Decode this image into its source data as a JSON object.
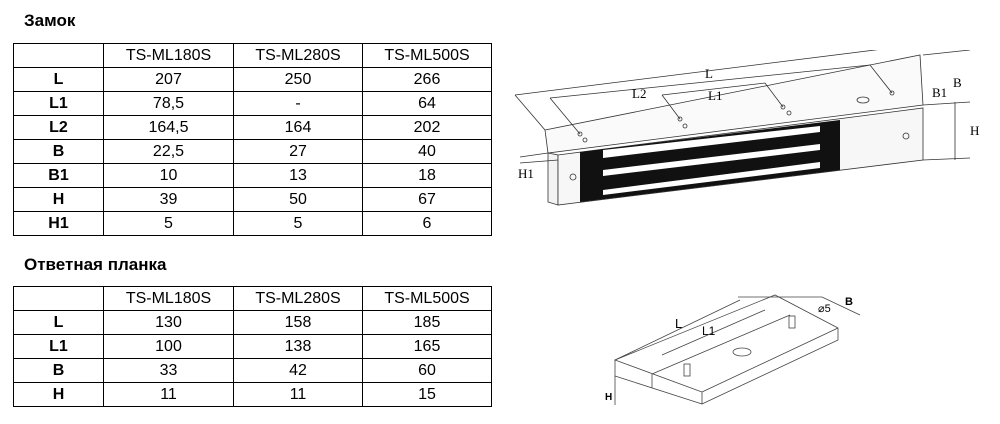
{
  "lock": {
    "title": "Замок",
    "columns": [
      "",
      "TS-ML180S",
      "TS-ML280S",
      "TS-ML500S"
    ],
    "rows": [
      [
        "L",
        "207",
        "250",
        "266"
      ],
      [
        "L1",
        "78,5",
        "-",
        "64"
      ],
      [
        "L2",
        "164,5",
        "164",
        "202"
      ],
      [
        "B",
        "22,5",
        "27",
        "40"
      ],
      [
        "B1",
        "10",
        "13",
        "18"
      ],
      [
        "H",
        "39",
        "50",
        "67"
      ],
      [
        "H1",
        "5",
        "5",
        "6"
      ]
    ]
  },
  "plate": {
    "title": "Ответная планка",
    "columns": [
      "",
      "TS-ML180S",
      "TS-ML280S",
      "TS-ML500S"
    ],
    "rows": [
      [
        "L",
        "130",
        "158",
        "185"
      ],
      [
        "L1",
        "100",
        "138",
        "165"
      ],
      [
        "B",
        "33",
        "42",
        "60"
      ],
      [
        "H",
        "11",
        "11",
        "15"
      ]
    ]
  },
  "lock_drawing": {
    "labels": {
      "L": "L",
      "L2": "L2",
      "L1": "L1",
      "B": "B",
      "B1": "B1",
      "H": "H",
      "H1": "H1"
    }
  },
  "plate_drawing": {
    "labels": {
      "L": "L",
      "L1": "L1",
      "d": "⌀5",
      "B": "B",
      "H": "H"
    }
  }
}
